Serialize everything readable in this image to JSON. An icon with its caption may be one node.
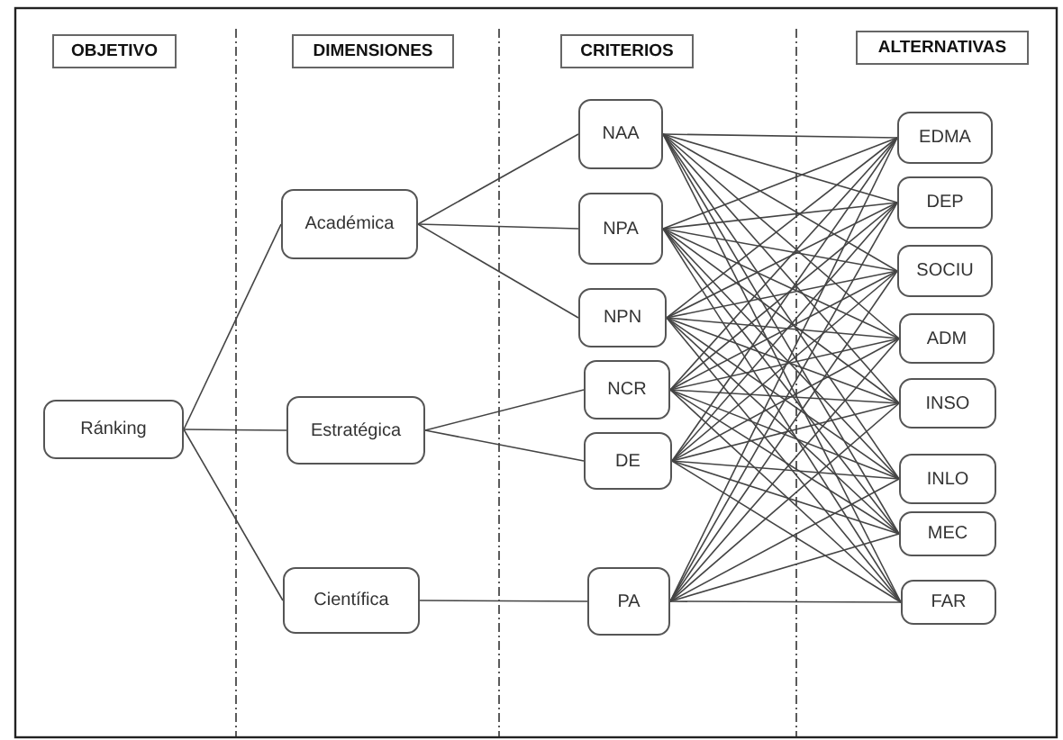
{
  "diagram": {
    "nodes": [
      {
        "text": [
          "OBJETIVO"
        ]
      },
      {
        "text": [
          "DIMENSIONES"
        ]
      },
      {
        "text": [
          "CRITERIOS"
        ]
      },
      {
        "text": [
          "ALTERNATIVAS"
        ]
      },
      {
        "text": [
          "Ránking"
        ]
      },
      {
        "text": [
          "Académica"
        ]
      },
      {
        "text": [
          "Estratégica"
        ]
      },
      {
        "text": [
          "Científica"
        ]
      },
      {
        "text": [
          "NAA"
        ]
      },
      {
        "text": [
          "NPA"
        ]
      },
      {
        "text": [
          "NPN"
        ]
      },
      {
        "text": [
          "NCR"
        ]
      },
      {
        "text": [
          "DE"
        ]
      },
      {
        "text": [
          "PA"
        ]
      },
      {
        "text": [
          "EDMA"
        ]
      },
      {
        "text": [
          "DEP"
        ]
      },
      {
        "text": [
          "SOCIU"
        ]
      },
      {
        "text": [
          "ADM"
        ]
      },
      {
        "text": [
          "INSO"
        ]
      },
      {
        "text": [
          "INLO"
        ]
      },
      {
        "text": [
          "MEC"
        ]
      },
      {
        "text": [
          "FAR"
        ]
      }
    ],
    "edges": [
      {
        "from": 4,
        "to": 5,
        "arrow": "none"
      },
      {
        "from": 4,
        "to": 6,
        "arrow": "none"
      },
      {
        "from": 4,
        "to": 7,
        "arrow": "none"
      },
      {
        "from": 5,
        "to": 8,
        "arrow": "none"
      },
      {
        "from": 5,
        "to": 9,
        "arrow": "none"
      },
      {
        "from": 5,
        "to": 10,
        "arrow": "none"
      },
      {
        "from": 6,
        "to": 11,
        "arrow": "none"
      },
      {
        "from": 6,
        "to": 12,
        "arrow": "none"
      },
      {
        "from": 7,
        "to": 13,
        "arrow": "none"
      },
      {
        "from": 8,
        "to": 14,
        "arrow": "none"
      },
      {
        "from": 8,
        "to": 15,
        "arrow": "none"
      },
      {
        "from": 8,
        "to": 16,
        "arrow": "none"
      },
      {
        "from": 8,
        "to": 17,
        "arrow": "none"
      },
      {
        "from": 8,
        "to": 18,
        "arrow": "none"
      },
      {
        "from": 8,
        "to": 19,
        "arrow": "none"
      },
      {
        "from": 8,
        "to": 20,
        "arrow": "none"
      },
      {
        "from": 8,
        "to": 21,
        "arrow": "none"
      },
      {
        "from": 9,
        "to": 14,
        "arrow": "none"
      },
      {
        "from": 9,
        "to": 15,
        "arrow": "none"
      },
      {
        "from": 9,
        "to": 16,
        "arrow": "none"
      },
      {
        "from": 9,
        "to": 17,
        "arrow": "none"
      },
      {
        "from": 9,
        "to": 18,
        "arrow": "none"
      },
      {
        "from": 9,
        "to": 19,
        "arrow": "none"
      },
      {
        "from": 9,
        "to": 20,
        "arrow": "none"
      },
      {
        "from": 9,
        "to": 21,
        "arrow": "none"
      },
      {
        "from": 10,
        "to": 14,
        "arrow": "none"
      },
      {
        "from": 10,
        "to": 15,
        "arrow": "none"
      },
      {
        "from": 10,
        "to": 16,
        "arrow": "none"
      },
      {
        "from": 10,
        "to": 17,
        "arrow": "none"
      },
      {
        "from": 10,
        "to": 18,
        "arrow": "none"
      },
      {
        "from": 10,
        "to": 19,
        "arrow": "none"
      },
      {
        "from": 10,
        "to": 20,
        "arrow": "none"
      },
      {
        "from": 10,
        "to": 21,
        "arrow": "none"
      },
      {
        "from": 11,
        "to": 14,
        "arrow": "none"
      },
      {
        "from": 11,
        "to": 15,
        "arrow": "none"
      },
      {
        "from": 11,
        "to": 16,
        "arrow": "none"
      },
      {
        "from": 11,
        "to": 17,
        "arrow": "none"
      },
      {
        "from": 11,
        "to": 18,
        "arrow": "none"
      },
      {
        "from": 11,
        "to": 19,
        "arrow": "none"
      },
      {
        "from": 11,
        "to": 20,
        "arrow": "none"
      },
      {
        "from": 11,
        "to": 21,
        "arrow": "none"
      },
      {
        "from": 12,
        "to": 14,
        "arrow": "none"
      },
      {
        "from": 12,
        "to": 15,
        "arrow": "none"
      },
      {
        "from": 12,
        "to": 16,
        "arrow": "none"
      },
      {
        "from": 12,
        "to": 17,
        "arrow": "none"
      },
      {
        "from": 12,
        "to": 18,
        "arrow": "none"
      },
      {
        "from": 12,
        "to": 19,
        "arrow": "none"
      },
      {
        "from": 12,
        "to": 20,
        "arrow": "none"
      },
      {
        "from": 12,
        "to": 21,
        "arrow": "none"
      },
      {
        "from": 13,
        "to": 14,
        "arrow": "none"
      },
      {
        "from": 13,
        "to": 15,
        "arrow": "none"
      },
      {
        "from": 13,
        "to": 16,
        "arrow": "none"
      },
      {
        "from": 13,
        "to": 17,
        "arrow": "none"
      },
      {
        "from": 13,
        "to": 18,
        "arrow": "none"
      },
      {
        "from": 13,
        "to": 19,
        "arrow": "none"
      },
      {
        "from": 13,
        "to": 20,
        "arrow": "none"
      },
      {
        "from": 13,
        "to": 21,
        "arrow": "none"
      }
    ]
  }
}
